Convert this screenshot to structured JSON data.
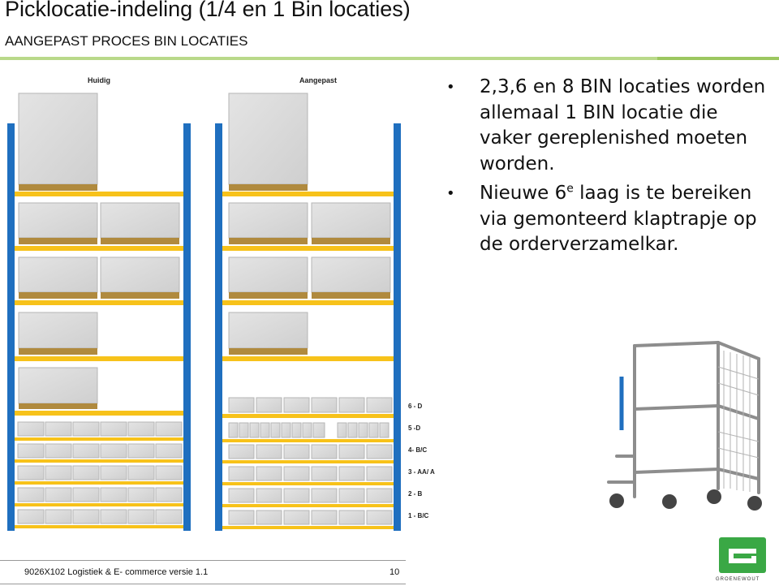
{
  "header": {
    "title": "Picklocatie-indeling (1/4 en 1 Bin locaties)",
    "subtitle": "AANGEPAST PROCES BIN LOCATIES"
  },
  "diagram": {
    "label_current": "Huidig",
    "label_adjusted": "Aangepast",
    "level_labels": [
      "6 - D",
      "5 -D",
      "4- B/C",
      "3 - AA/ A",
      "2 - B",
      "1 - B/C"
    ]
  },
  "bullets": {
    "item1": "2,3,6 en 8 BIN locaties worden allemaal 1 BIN locatie die vaker gereplenished moeten worden.",
    "item2_before": "Nieuwe 6",
    "item2_sup": "e",
    "item2_after": " laag is te bereiken via gemonteerd klaptrapje op de orderverzamelkar."
  },
  "footer": {
    "course": "9026X102 Logistiek & E- commerce versie 1.1",
    "page": "10"
  },
  "logo": {
    "caption": "GROENEWOUT"
  },
  "colors": {
    "upright": "#1f6fbf",
    "beam": "#f7c21a",
    "pallet": "#b08a3e",
    "box": "#dcdcdc",
    "logo": "#3aa845"
  }
}
